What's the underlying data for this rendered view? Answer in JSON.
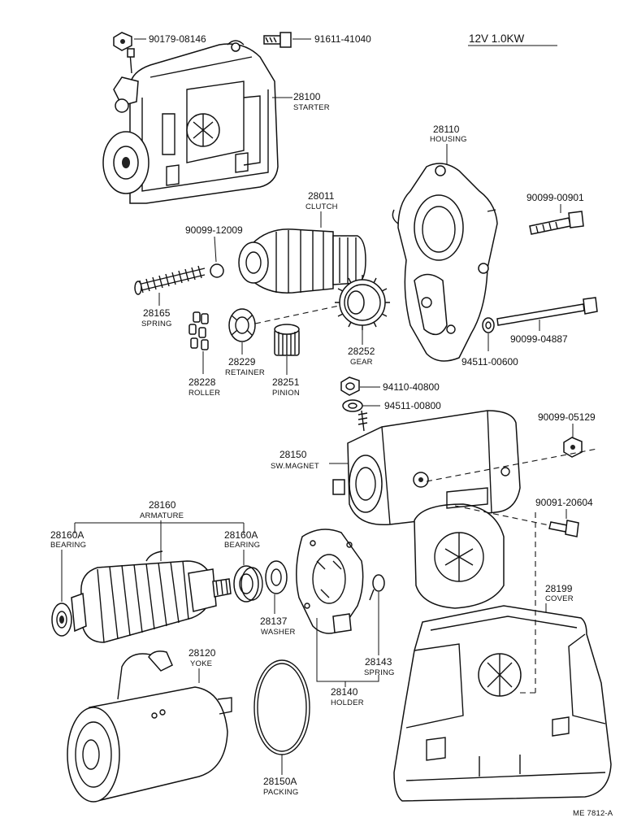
{
  "title": "12V 1.0KW",
  "ref_code": "ME 7812-A",
  "parts": {
    "p90179": {
      "number": "90179-08146"
    },
    "p91611": {
      "number": "91611-41040"
    },
    "p28100": {
      "number": "28100",
      "name": "STARTER"
    },
    "p28110": {
      "number": "28110",
      "name": "HOUSING"
    },
    "p90099_00901": {
      "number": "90099-00901"
    },
    "p28011": {
      "number": "28011",
      "name": "CLUTCH"
    },
    "p90099_12009": {
      "number": "90099-12009"
    },
    "p28165": {
      "number": "28165",
      "name": "SPRING"
    },
    "p28229": {
      "number": "28229",
      "name": "RETAINER"
    },
    "p28252": {
      "number": "28252",
      "name": "GEAR"
    },
    "p90099_04887": {
      "number": "90099-04887"
    },
    "p94511_00600": {
      "number": "94511-00600"
    },
    "p28228": {
      "number": "28228",
      "name": "ROLLER"
    },
    "p28251": {
      "number": "28251",
      "name": "PINION"
    },
    "p94110": {
      "number": "94110-40800"
    },
    "p94511_00800": {
      "number": "94511-00800"
    },
    "p90099_05129": {
      "number": "90099-05129"
    },
    "p28150": {
      "number": "28150",
      "name": "SW.MAGNET"
    },
    "p90091": {
      "number": "90091-20604"
    },
    "p28160": {
      "number": "28160",
      "name": "ARMATURE"
    },
    "p28160A_left": {
      "number": "28160A",
      "name": "BEARING"
    },
    "p28160A_right": {
      "number": "28160A",
      "name": "BEARING"
    },
    "p28199": {
      "number": "28199",
      "name": "COVER"
    },
    "p28137": {
      "number": "28137",
      "name": "WASHER"
    },
    "p28143": {
      "number": "28143",
      "name": "SPRING"
    },
    "p28120": {
      "number": "28120",
      "name": "YOKE"
    },
    "p28140": {
      "number": "28140",
      "name": "HOLDER"
    },
    "p28150A": {
      "number": "28150A",
      "name": "PACKING"
    }
  }
}
